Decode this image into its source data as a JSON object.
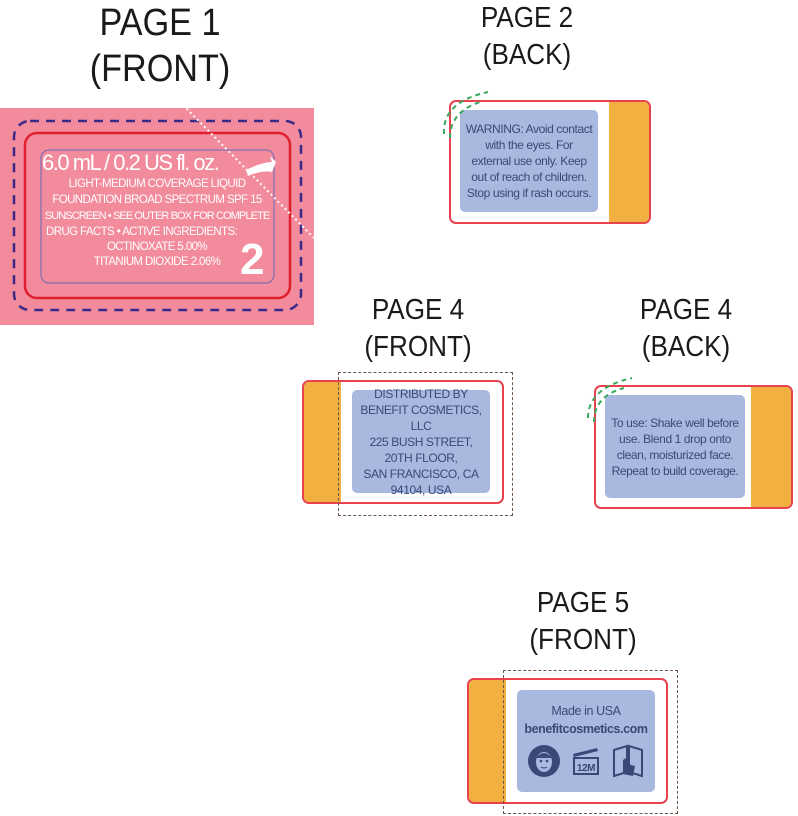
{
  "pages": [
    {
      "title": "PAGE 1",
      "subtitle": "(FRONT)",
      "lines": [
        "6.0 mL / 0.2 US fl. oz.",
        "LIGHT-MEDIUM COVERAGE LIQUID",
        "FOUNDATION BROAD SPECTRUM SPF 15",
        "SUNSCREEN • SEE OUTER BOX FOR COMPLETE",
        "DRUG FACTS • ACTIVE INGREDIENTS:",
        "OCTINOXATE 5.00%",
        "TITANIUM DIOXIDE 2.06%"
      ],
      "page_number": "2"
    },
    {
      "title": "PAGE 2",
      "subtitle": "(BACK)",
      "lines": [
        "WARNING: Avoid contact",
        "with the eyes. For",
        "external use only. Keep",
        "out of reach of children.",
        "Stop using if rash occurs."
      ]
    },
    {
      "title": "PAGE 4",
      "subtitle": "(FRONT)",
      "lines": [
        "DISTRIBUTED BY",
        "BENEFIT COSMETICS, LLC",
        "225 BUSH STREET,",
        "20TH FLOOR,",
        "SAN FRANCISCO, CA",
        "94104, USA"
      ]
    },
    {
      "title": "PAGE 4",
      "subtitle": "(BACK)",
      "lines": [
        "To use: Shake well before",
        "use. Blend 1 drop onto",
        "clean, moisturized face.",
        "Repeat to build coverage."
      ]
    },
    {
      "title": "PAGE 5",
      "subtitle": "(FRONT)",
      "lines": [
        "Made in USA",
        "benefitcosmetics.com"
      ],
      "icons": [
        "face-icon",
        "12m-open-jar-icon",
        "read-leaflet-icon"
      ],
      "pao_label": "12M"
    }
  ],
  "colors": {
    "pink": "#f28b9b",
    "red": "#e8424f",
    "orange": "#f2b040",
    "blue": "#a9b8df",
    "purple_dash": "#3b2a8a",
    "green_dash": "#3aa860"
  }
}
